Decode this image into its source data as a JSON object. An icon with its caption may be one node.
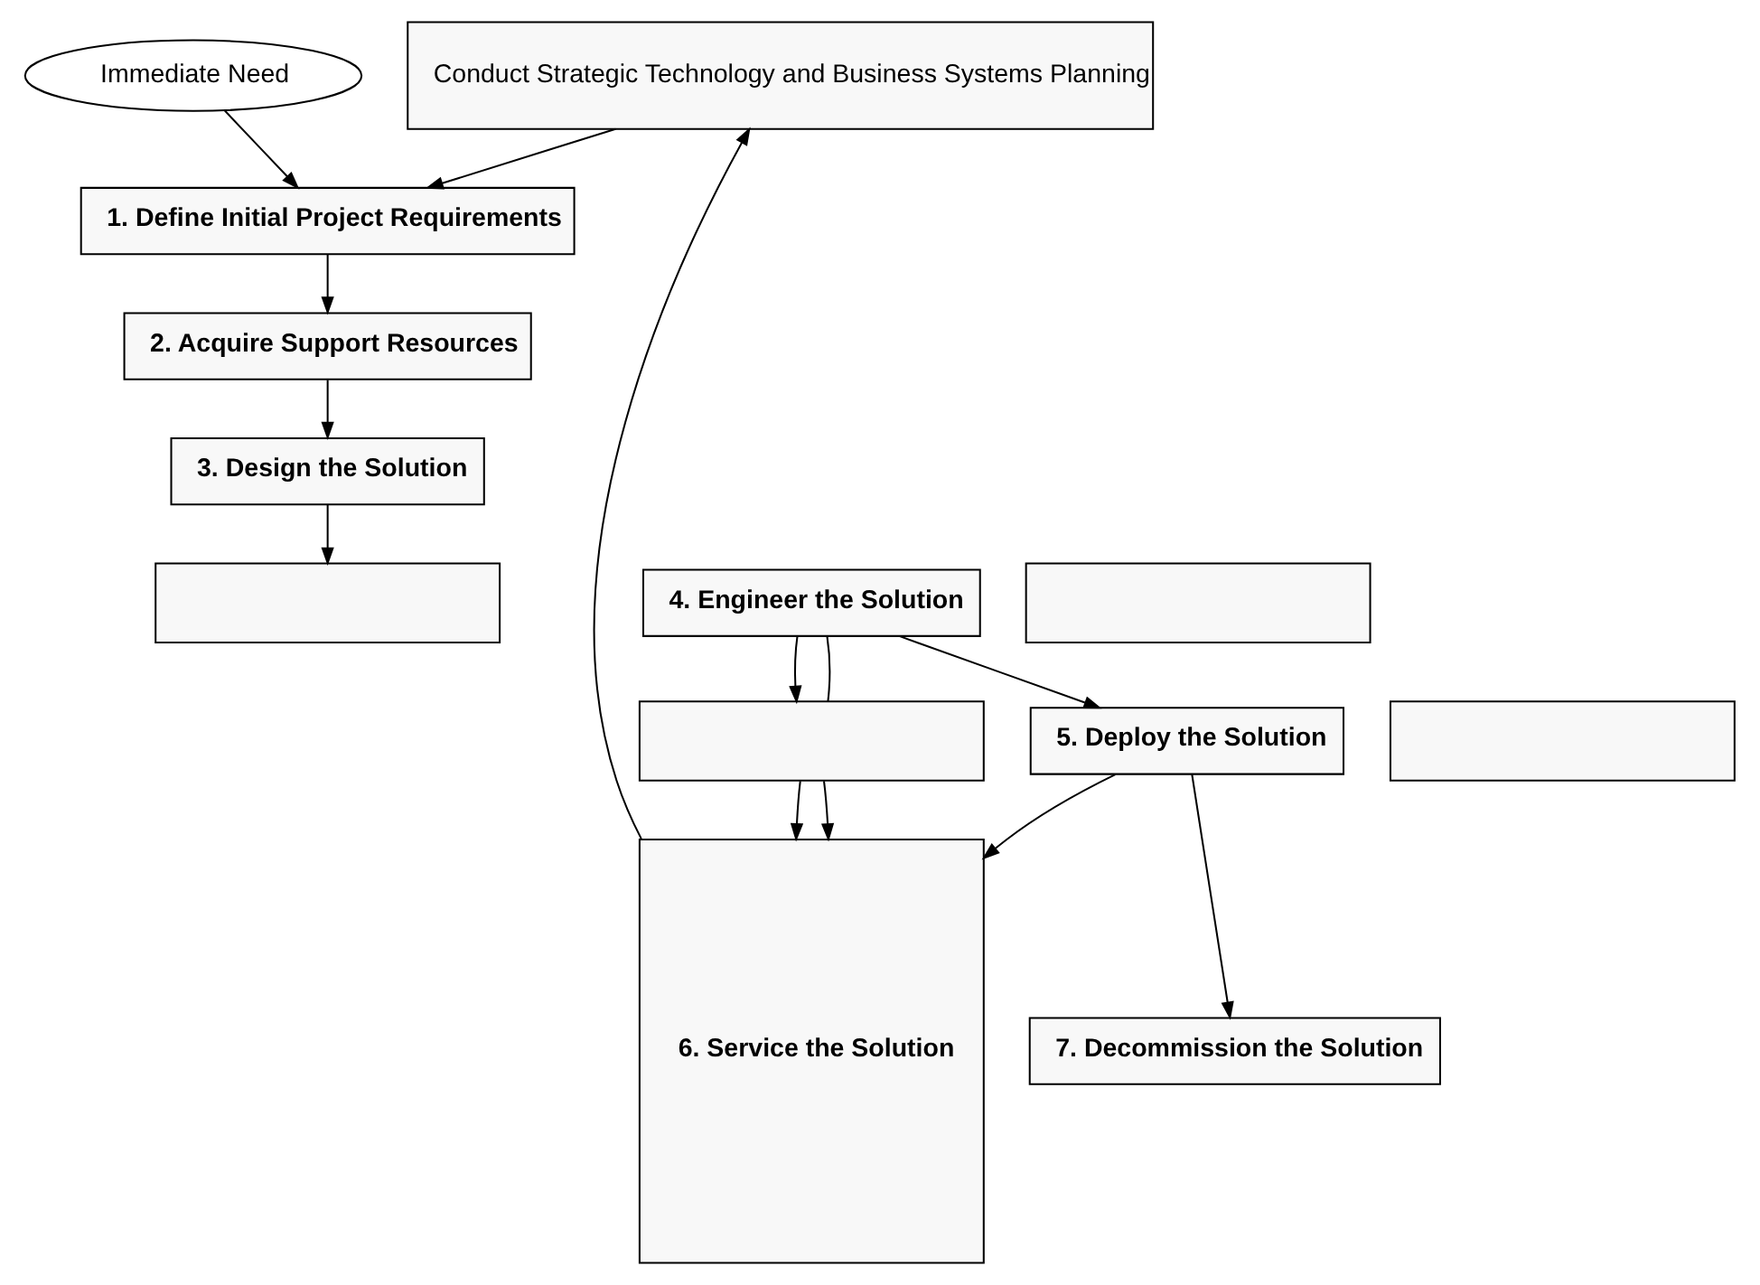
{
  "diagram": {
    "nodes": [
      {
        "text": [
          "Immediate Need"
        ]
      },
      {
        "text": [
          "Conduct Strategic Technology and Business Systems Planning"
        ]
      },
      {
        "text": [
          "1. Define Initial Project Requirements"
        ]
      },
      {
        "text": [
          "2. Acquire Support Resources"
        ]
      },
      {
        "text": [
          "3. Design the Solution"
        ]
      },
      {
        "text": [],
        "shape": "box"
      },
      {
        "text": [],
        "shape": "box"
      },
      {
        "text": [
          "4. Engineer the Solution"
        ]
      },
      {
        "text": [],
        "shape": "box"
      },
      {
        "text": [],
        "shape": "box"
      },
      {
        "text": [
          "5. Deploy the Solution"
        ]
      },
      {
        "text": [
          "6. Service the Solution"
        ]
      },
      {
        "text": [
          "7. Decommission the Solution"
        ]
      }
    ],
    "edges": [
      {
        "from": 0,
        "to": 2,
        "arrow": "to"
      },
      {
        "from": 1,
        "to": 2,
        "arrow": "to"
      },
      {
        "from": 2,
        "to": 3,
        "arrow": "to"
      },
      {
        "from": 3,
        "to": 4,
        "arrow": "to"
      },
      {
        "from": 4,
        "to": 5,
        "arrow": "to"
      },
      {
        "from": 7,
        "to": 8,
        "arrow": "to"
      },
      {
        "from": 7,
        "to": 8,
        "arrow": "none"
      },
      {
        "from": 7,
        "to": 10,
        "arrow": "to"
      },
      {
        "from": 8,
        "to": 11,
        "arrow": "to"
      },
      {
        "from": 8,
        "to": 11,
        "arrow": "to"
      },
      {
        "from": 10,
        "to": 11,
        "arrow": "to"
      },
      {
        "from": 11,
        "to": 1,
        "arrow": "to"
      },
      {
        "from": 10,
        "to": 12,
        "arrow": "to"
      }
    ]
  }
}
